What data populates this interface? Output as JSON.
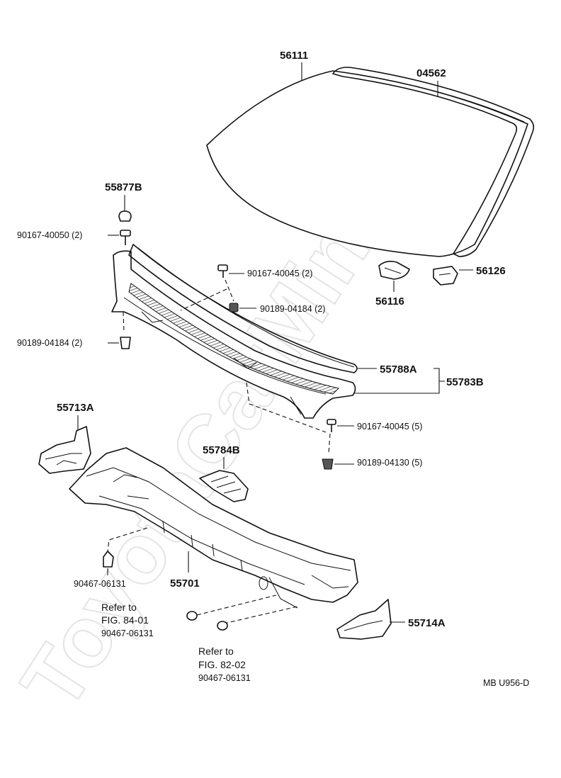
{
  "watermark": "ToyotaCarMine.ru",
  "diagram_code": "MB U956-D",
  "labels": {
    "p56111": "56111",
    "p04562": "04562",
    "p55877B": "55877B",
    "p90167_40050": "90167-40050 (2)",
    "p90167_40045_2": "90167-40045 (2)",
    "p90189_04184_2a": "90189-04184 (2)",
    "p90189_04184_2b": "90189-04184 (2)",
    "p56116": "56116",
    "p56126": "56126",
    "p55788A": "55788A",
    "p55783B": "55783B",
    "p90167_40045_5": "90167-40045 (5)",
    "p90189_04130_5": "90189-04130 (5)",
    "p55713A": "55713A",
    "p55784B": "55784B",
    "p90467_06131a": "90467-06131",
    "p55701": "55701",
    "p55714A": "55714A"
  },
  "refs": [
    {
      "line1": "Refer to",
      "line2": "FIG. 84-01",
      "part": "90467-06131"
    },
    {
      "line1": "Refer to",
      "line2": "FIG. 82-02",
      "part": "90467-06131"
    }
  ]
}
